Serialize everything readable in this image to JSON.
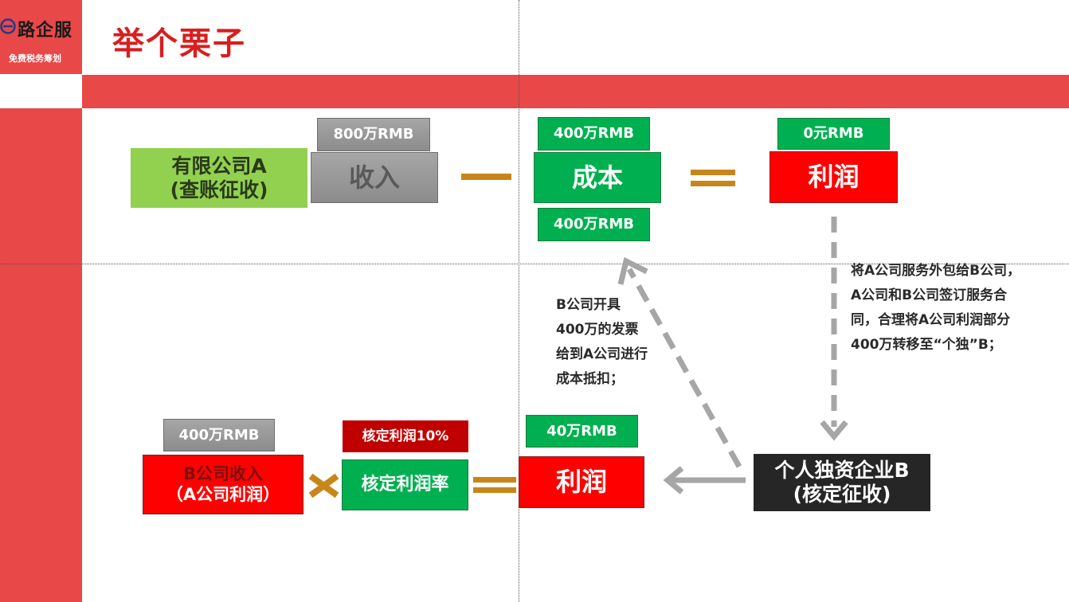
{
  "logo": {
    "brand": "路企服",
    "tagline": "免费税务筹划"
  },
  "title": "举个栗子",
  "top_row": {
    "company_a": [
      "有限公司A",
      "(查账征收)"
    ],
    "revenue_amount": "800万RMB",
    "revenue_label": "收入",
    "cost_amount_top": "400万RMB",
    "cost_label": "成本",
    "cost_amount_bottom": "400万RMB",
    "profit_amount": "0元RMB",
    "profit_label": "利润"
  },
  "notes": {
    "right": [
      "将A公司服务外包给B公司，",
      "A公司和B公司签订服务合",
      "同，合理将A公司利润部分",
      "400万转移至“个独”B；"
    ],
    "middle": [
      "B公司开具",
      "400万的发票",
      "给到A公司进行",
      "成本抵扣；"
    ]
  },
  "bottom_row": {
    "b_income_amount": "400万RMB",
    "b_income_label": [
      "B公司收入",
      "（A公司利润）"
    ],
    "rate_amount": "核定利润10%",
    "rate_label": "核定利润率",
    "profit_amount": "40万RMB",
    "profit_label": "利润",
    "sole_prop": [
      "个人独资企业B",
      "(核定征收)"
    ]
  },
  "colors": {
    "sidebar": "#e84848",
    "title": "#d81e1e",
    "green": "#00b050",
    "red": "#ff0000",
    "grey": "#999999",
    "operator": "#c8861a",
    "arrow": "#a6a6a6"
  }
}
